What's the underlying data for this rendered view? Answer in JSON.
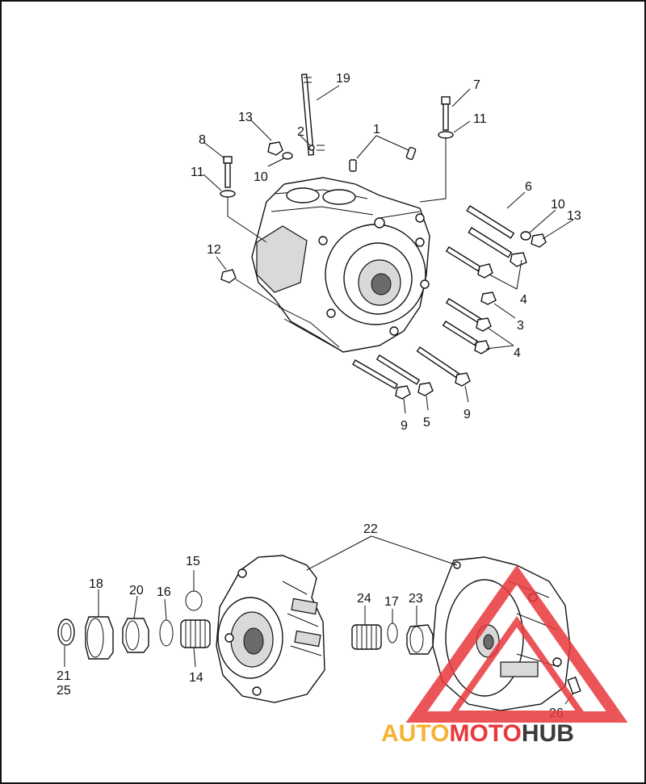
{
  "callouts": {
    "c1": "1",
    "c2": "2",
    "c3": "3",
    "c4a": "4",
    "c4b": "4",
    "c5": "5",
    "c6": "6",
    "c7": "7",
    "c8": "8",
    "c9a": "9",
    "c9b": "9",
    "c10a": "10",
    "c10b": "10",
    "c11a": "11",
    "c11b": "11",
    "c12": "12",
    "c13a": "13",
    "c13b": "13",
    "c14": "14",
    "c15": "15",
    "c16": "16",
    "c17": "17",
    "c18": "18",
    "c19": "19",
    "c20": "20",
    "c21": "21",
    "c22": "22",
    "c23": "23",
    "c24": "24",
    "c25": "25",
    "c26": "26"
  },
  "watermark": {
    "auto": "AUTO",
    "moto": "MOTO",
    "hub": "HUB",
    "color_auto": "#f5b335",
    "color_moto": "#e8383b",
    "color_hub": "#3a3a3a"
  }
}
